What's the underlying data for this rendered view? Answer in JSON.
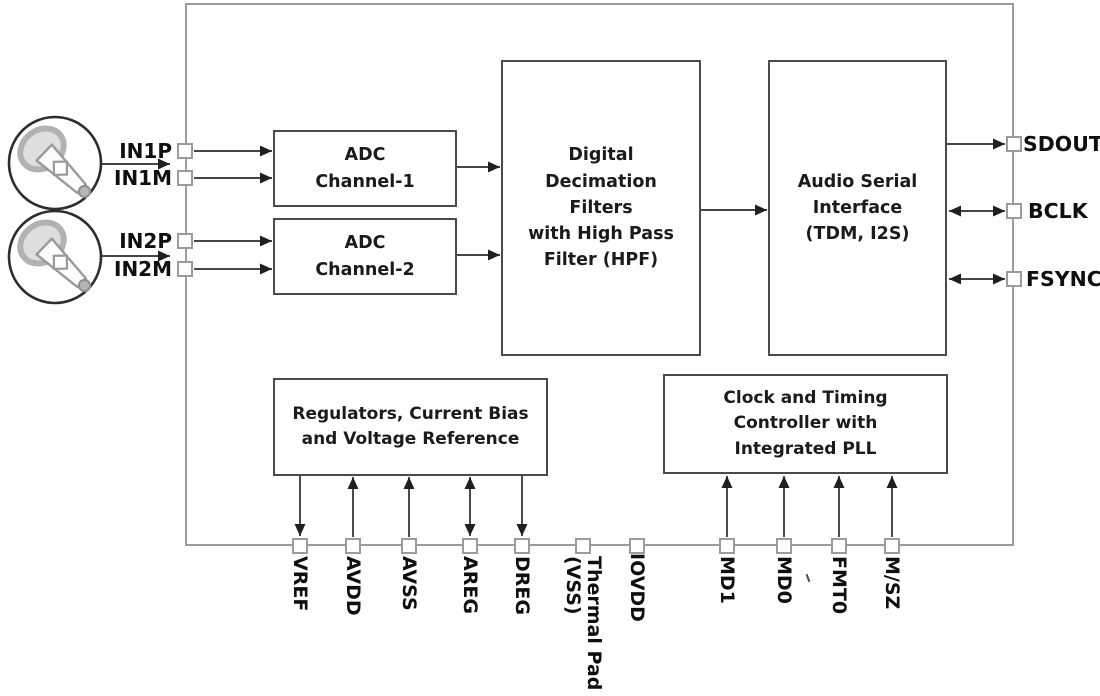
{
  "blocks": {
    "adc1": [
      "ADC",
      "Channel-1"
    ],
    "adc2": [
      "ADC",
      "Channel-2"
    ],
    "decimation": [
      "Digital",
      "Decimation",
      "Filters",
      "with High Pass",
      "Filter (HPF)"
    ],
    "asi": [
      "Audio Serial",
      "Interface",
      "(TDM, I2S)"
    ],
    "regulators": [
      "Regulators, Current Bias",
      "and  Voltage Reference"
    ],
    "clock": [
      "Clock and Timing",
      "Controller with",
      "Integrated PLL"
    ]
  },
  "input_pins": [
    "IN1P",
    "IN1M",
    "IN2P",
    "IN2M"
  ],
  "right_pins": [
    "SDOUT",
    "BCLK",
    "FSYNC"
  ],
  "bottom_pins": [
    "VREF",
    "AVDD",
    "AVSS",
    "AREG",
    "DREG",
    "Thermal Pad",
    "(VSS)",
    "IOVDD",
    "MD1",
    "MD0",
    "FMT0",
    "M/SZ"
  ],
  "icons": {
    "mic1": "microphone-icon",
    "mic2": "microphone-icon"
  },
  "colors": {
    "wire": "#2b2b2b",
    "arrowhead": "#1f1f1f",
    "block_border": "#4a4a4a",
    "chip_border": "#9b9b9b",
    "text": "#111111",
    "mic_fill": "#dedede",
    "background": "#ffffff"
  }
}
